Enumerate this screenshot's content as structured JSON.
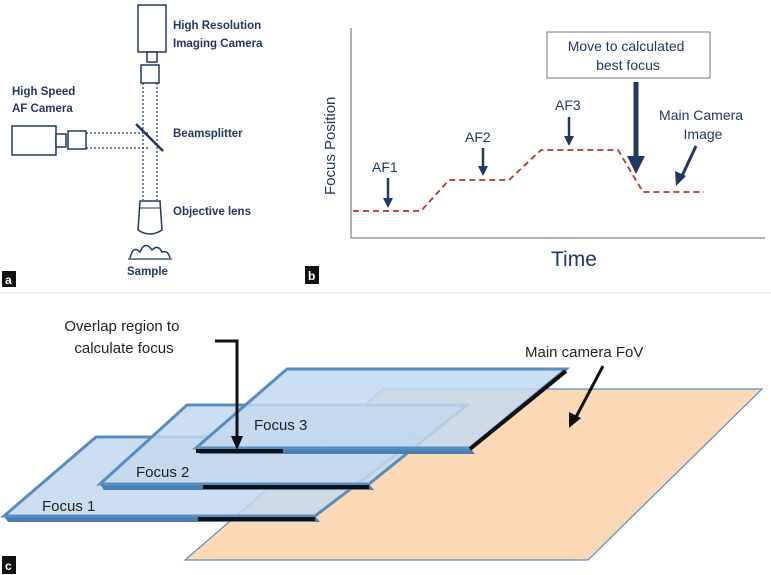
{
  "panel_a": {
    "label": "a",
    "high_res_camera": [
      "High Resolution",
      "Imaging Camera"
    ],
    "af_camera": [
      "High Speed",
      "AF Camera"
    ],
    "beamsplitter": "Beamsplitter",
    "objective": "Objective lens",
    "sample": "Sample"
  },
  "panel_b": {
    "label": "b",
    "ylabel": "Focus Position",
    "xlabel": "Time",
    "af_labels": [
      "AF1",
      "AF2",
      "AF3"
    ],
    "move_box": [
      "Move to calculated",
      "best focus"
    ],
    "main_image": [
      "Main Camera",
      "Image"
    ]
  },
  "panel_c": {
    "label": "c",
    "overlap": [
      "Overlap region to",
      "calculate focus"
    ],
    "fov": "Main camera FoV",
    "focus_labels": [
      "Focus 1",
      "Focus 2",
      "Focus 3"
    ]
  },
  "colors": {
    "navy": "#1f3864",
    "dashed_red": "#c0302a",
    "fov_fill": "#fbd9b4",
    "slide_fill": "#c9dbef",
    "slide_edge": "#5a8cbf"
  }
}
